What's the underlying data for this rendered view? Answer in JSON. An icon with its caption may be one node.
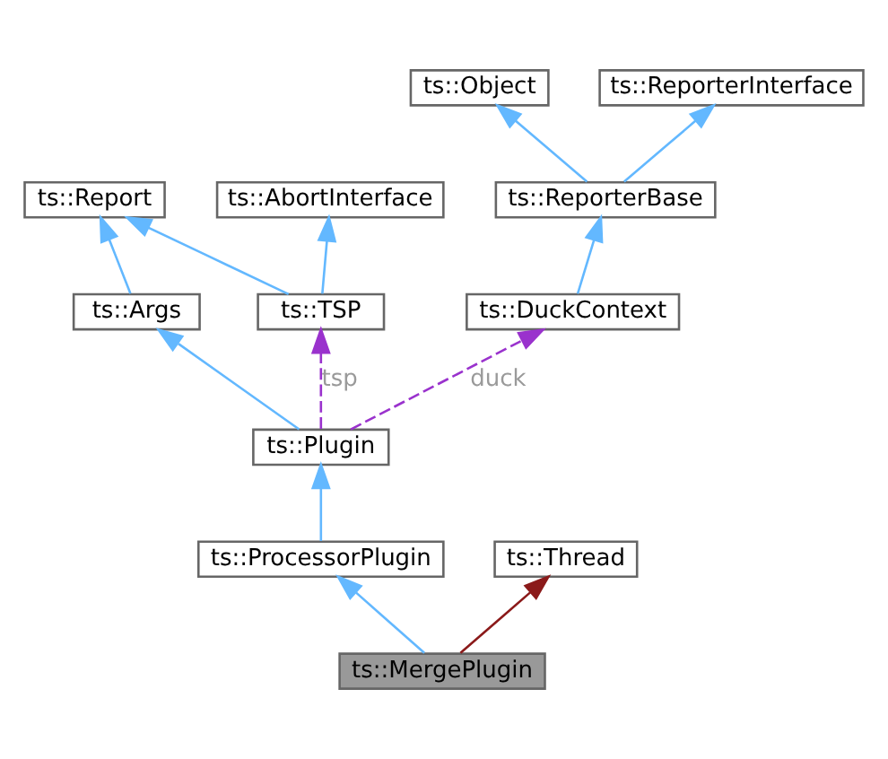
{
  "diagram": {
    "nodes": [
      {
        "text": [
          "ts::Object"
        ]
      },
      {
        "text": [
          "ts::ReporterInterface"
        ]
      },
      {
        "text": [
          "ts::Report"
        ]
      },
      {
        "text": [
          "ts::AbortInterface"
        ]
      },
      {
        "text": [
          "ts::ReporterBase"
        ]
      },
      {
        "text": [
          "ts::Args"
        ]
      },
      {
        "text": [
          "ts::TSP"
        ]
      },
      {
        "text": [
          "ts::DuckContext"
        ]
      },
      {
        "text": [
          "ts::Plugin"
        ]
      },
      {
        "text": [
          "ts::ProcessorPlugin"
        ]
      },
      {
        "text": [
          "ts::Thread"
        ]
      },
      {
        "text": [
          "ts::MergePlugin"
        ]
      }
    ],
    "edges": [
      {
        "from": 4,
        "to": 0,
        "arrow": "to"
      },
      {
        "from": 4,
        "to": 1,
        "arrow": "to"
      },
      {
        "from": 5,
        "to": 2,
        "arrow": "to"
      },
      {
        "from": 6,
        "to": 2,
        "arrow": "to"
      },
      {
        "from": 6,
        "to": 3,
        "arrow": "to"
      },
      {
        "from": 7,
        "to": 4,
        "arrow": "to"
      },
      {
        "from": 8,
        "to": 5,
        "arrow": "to"
      },
      {
        "from": 8,
        "to": 6,
        "arrow": "to",
        "label": "tsp",
        "style": "dashed",
        "color": "#9a32cd"
      },
      {
        "from": 8,
        "to": 7,
        "arrow": "to",
        "label": "duck",
        "style": "dashed",
        "color": "#9a32cd"
      },
      {
        "from": 9,
        "to": 8,
        "arrow": "to"
      },
      {
        "from": 11,
        "to": 9,
        "arrow": "to"
      },
      {
        "from": 11,
        "to": 10,
        "arrow": "to",
        "color": "#8b1a1a"
      }
    ]
  }
}
